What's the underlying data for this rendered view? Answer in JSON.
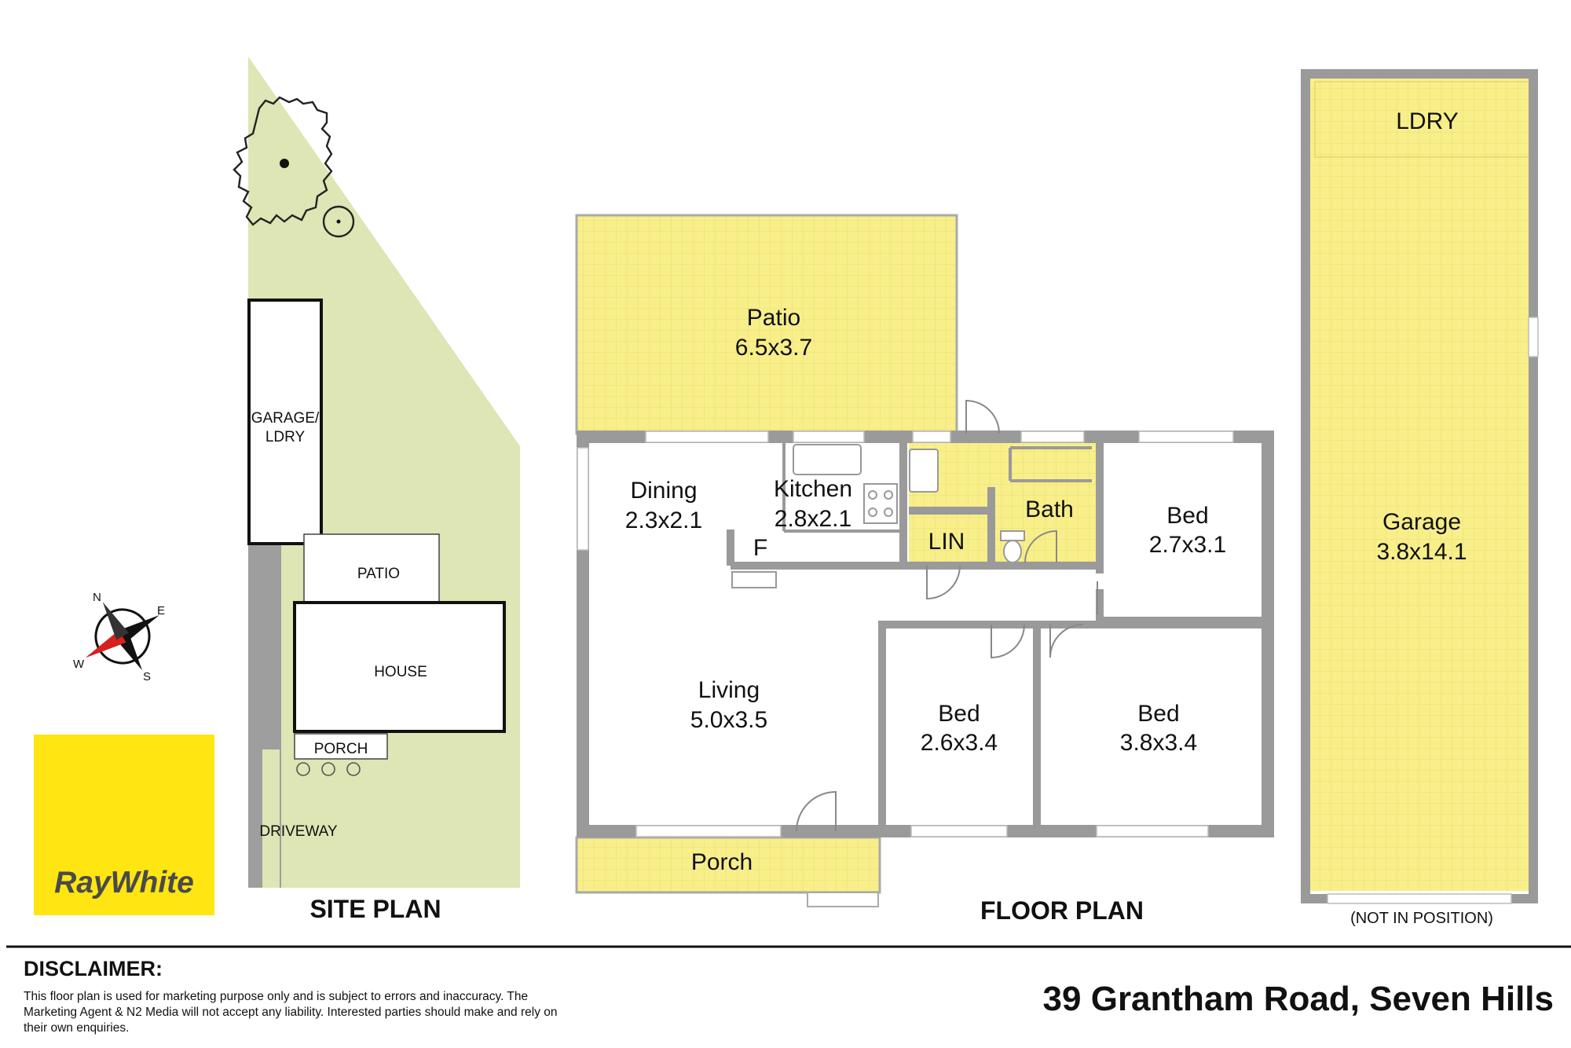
{
  "headings": {
    "site_plan": "SITE PLAN",
    "floor_plan": "FLOOR PLAN",
    "not_in_position": "(NOT IN POSITION)"
  },
  "site_plan": {
    "garage": [
      "GARAGE/",
      "LDRY"
    ],
    "patio": "PATIO",
    "house": "HOUSE",
    "porch": "PORCH",
    "driveway": "DRIVEWAY"
  },
  "compass": {
    "n": "N",
    "e": "E",
    "s": "S",
    "w": "W"
  },
  "brand": {
    "name": "RayWhite",
    "bg": "#FFE512",
    "text": "#4a4a4a"
  },
  "rooms": {
    "patio": {
      "name": "Patio",
      "size": "6.5x3.7"
    },
    "dining": {
      "name": "Dining",
      "size": "2.3x2.1"
    },
    "kitchen": {
      "name": "Kitchen",
      "size": "2.8x2.1"
    },
    "fridge": "F",
    "linen": "LIN",
    "bath": "Bath",
    "bed1": {
      "name": "Bed",
      "size": "2.7x3.1"
    },
    "living": {
      "name": "Living",
      "size": "5.0x3.5"
    },
    "bed2": {
      "name": "Bed",
      "size": "2.6x3.4"
    },
    "bed3": {
      "name": "Bed",
      "size": "3.8x3.4"
    },
    "porch": "Porch",
    "ldry": "LDRY",
    "garage": {
      "name": "Garage",
      "size": "3.8x14.1"
    }
  },
  "disclaimer": {
    "title": "DISCLAIMER:",
    "text": "This floor plan is used for marketing purpose only and is subject to errors and inaccuracy. The Marketing Agent & N2 Media will not accept any liability. Interested parties should make and rely on their own enquiries."
  },
  "address": "39 Grantham Road, Seven Hills",
  "colors": {
    "paved": "#f8ef8a",
    "lawn": "#dde6b4",
    "wall": "#9a9a9a",
    "driveway": "#9e9e9e"
  }
}
